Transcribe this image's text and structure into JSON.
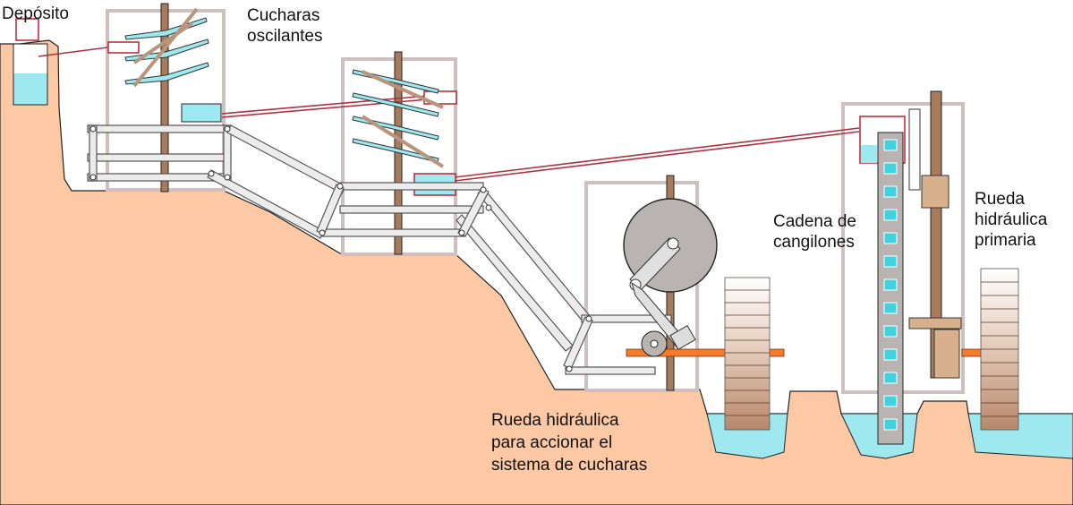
{
  "labels": {
    "deposito": "Depósito",
    "cucharas_oscilantes": "Cucharas\noscilantes",
    "cadena_de_cangilones": "Cadena de\ncangilones",
    "rueda_hidraulica_primaria": "Rueda\nhidráulica\nprimaria",
    "rueda_accionar": "Rueda hidráulica\npara accionar el\nsistema de cucharas"
  },
  "colors": {
    "ground": "#fcc9a4",
    "water": "#9ee9f0",
    "water_dark": "#3fd3df",
    "frame": "#cfc0c0",
    "wood": "#a87b5c",
    "pipe": "#b03040",
    "shaft": "#f57c2c",
    "linkage": "#e8e8e8",
    "wheel": "#b9b4b1",
    "paddle_wood": "#c9a084"
  }
}
